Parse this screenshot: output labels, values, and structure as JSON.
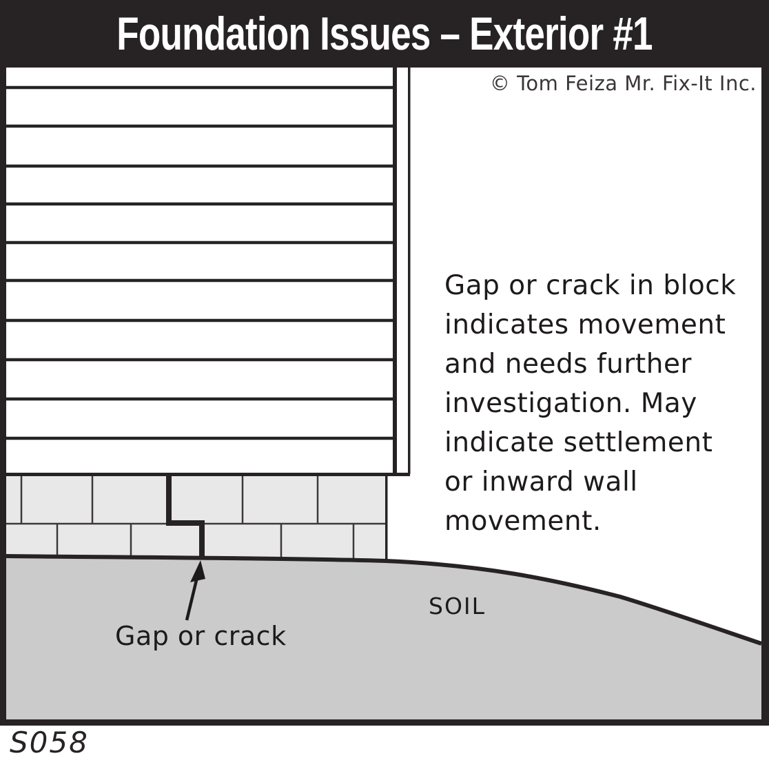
{
  "title_bar": {
    "title": "Foundation Issues – Exterior #1"
  },
  "copyright": "© Tom Feiza Mr. Fix-It Inc.",
  "annotation": {
    "lines": [
      "Gap or crack in block",
      "indicates movement",
      "and needs further",
      "investigation. May",
      "indicate settlement",
      "or inward wall",
      "movement."
    ]
  },
  "labels": {
    "soil": "SOIL",
    "gap_pointer": "Gap or crack",
    "diagram_code": "S058"
  },
  "colors": {
    "ink": "#272325",
    "mortar_line": "#3c383a",
    "block_fill": "#e8e8e8",
    "soil_fill": "#cbcbcb",
    "background": "#ffffff",
    "title_text": "#ffffff"
  }
}
